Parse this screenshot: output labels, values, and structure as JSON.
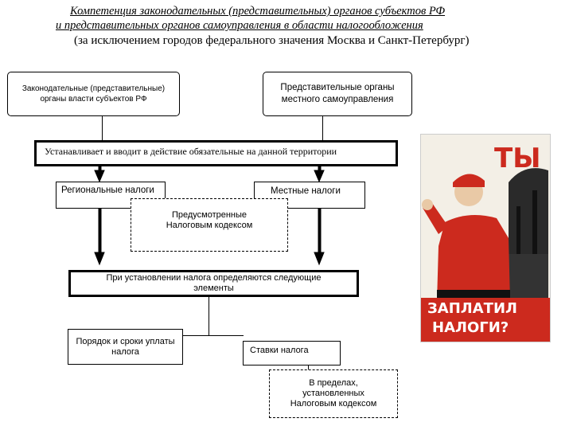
{
  "title": {
    "line1": "Компетенция законодательных (представительных) органов субъектов РФ",
    "line2": "и представительных органов самоуправления  в области налогообложения",
    "line3": "(за исключением городов федерального значения Москва и Санкт-Петербург)"
  },
  "boxes": {
    "legislative": "Законодательные (представительные) органы власти субъектов РФ",
    "local_bodies": "Представительные органы местного самоуправления",
    "establishes": "Устанавливает и вводит в действие обязательные на данной  территории",
    "regional_taxes": "Региональные налоги",
    "local_taxes": "Местные налоги",
    "tax_code_provided": "Предусмотренные Налоговым кодексом",
    "elements": "При установлении налога определяются следующие элементы",
    "payment_order": "Порядок и сроки уплаты налога",
    "tax_rates": "Ставки налога",
    "within_limits": "В пределах, установленных Налоговым кодексом"
  },
  "poster": {
    "word_top": "ТЫ",
    "word_bottom_1": "ЗАПЛАТИЛ",
    "word_bottom_2": "НАЛОГИ?",
    "colors": {
      "red": "#cc2a1e",
      "dark": "#1a1a1a"
    }
  }
}
